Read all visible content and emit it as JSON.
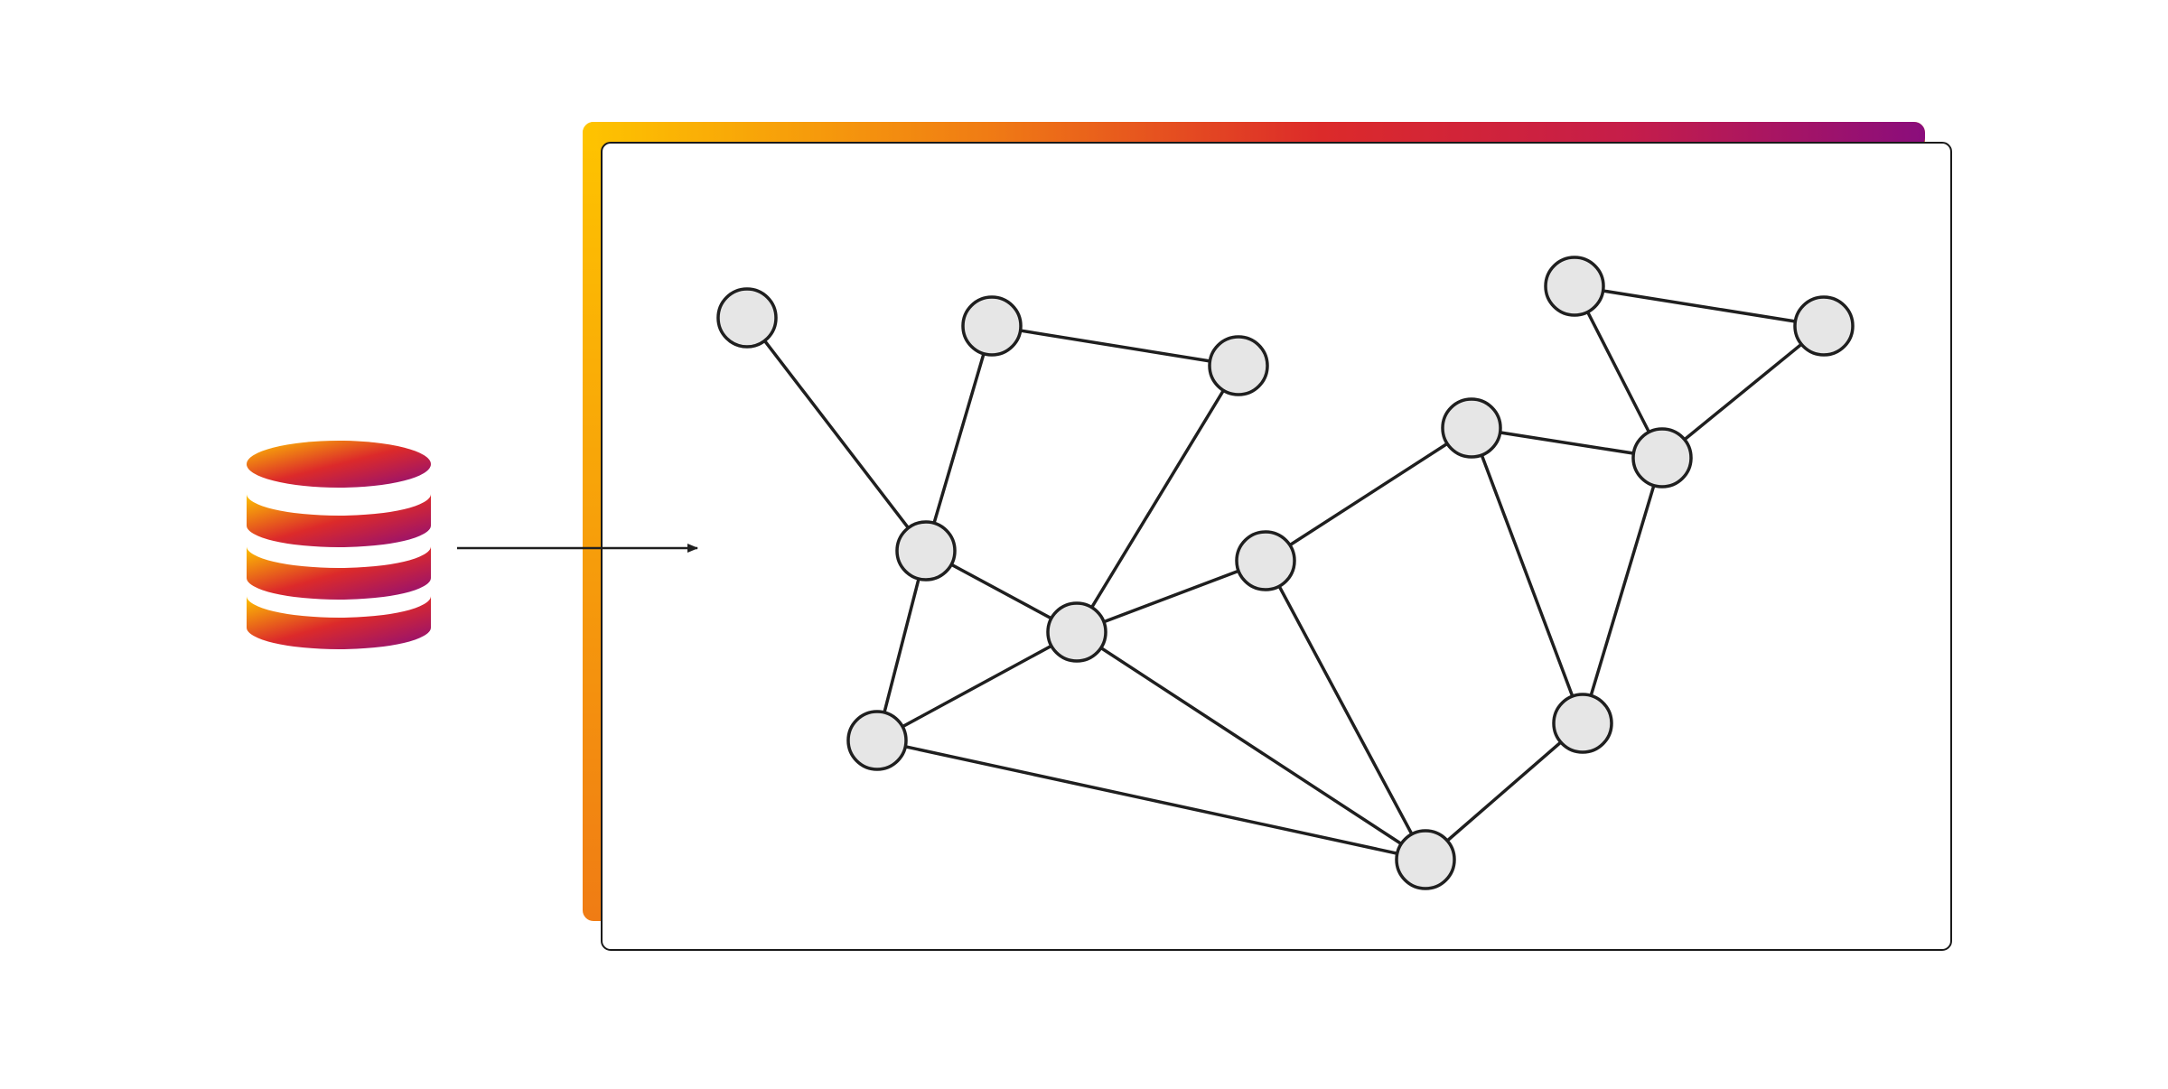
{
  "colors": {
    "background": "#ffffff",
    "gradient": [
      "#fec400",
      "#f07c14",
      "#dc2a2a",
      "#c51d4a",
      "#8a0d7c"
    ],
    "panel_fill": "#ffffff",
    "panel_border": "#1a1a1a",
    "node_fill": "#e6e6e6",
    "node_stroke": "#1f1f1f",
    "edge": "#1f1f1f"
  },
  "icons": {
    "database": "database-icon",
    "connector": "arrow-right-icon"
  },
  "graph": {
    "nodes": [
      "n1",
      "n2",
      "n3",
      "n4",
      "n5",
      "n6",
      "n7",
      "n8",
      "n9",
      "n10",
      "n11",
      "n12",
      "n13",
      "n14",
      "n15"
    ],
    "edges": [
      [
        "n1",
        "n4"
      ],
      [
        "n2",
        "n4"
      ],
      [
        "n2",
        "n3"
      ],
      [
        "n3",
        "n5"
      ],
      [
        "n4",
        "n5"
      ],
      [
        "n4",
        "n6"
      ],
      [
        "n5",
        "n6"
      ],
      [
        "n5",
        "n7"
      ],
      [
        "n5",
        "n10"
      ],
      [
        "n6",
        "n10"
      ],
      [
        "n7",
        "n8"
      ],
      [
        "n7",
        "n10"
      ],
      [
        "n8",
        "n9"
      ],
      [
        "n8",
        "n11"
      ],
      [
        "n9",
        "n13"
      ],
      [
        "n9",
        "n14"
      ],
      [
        "n12",
        "n14"
      ],
      [
        "n12",
        "n13"
      ],
      [
        "n11",
        "n10"
      ]
    ]
  }
}
